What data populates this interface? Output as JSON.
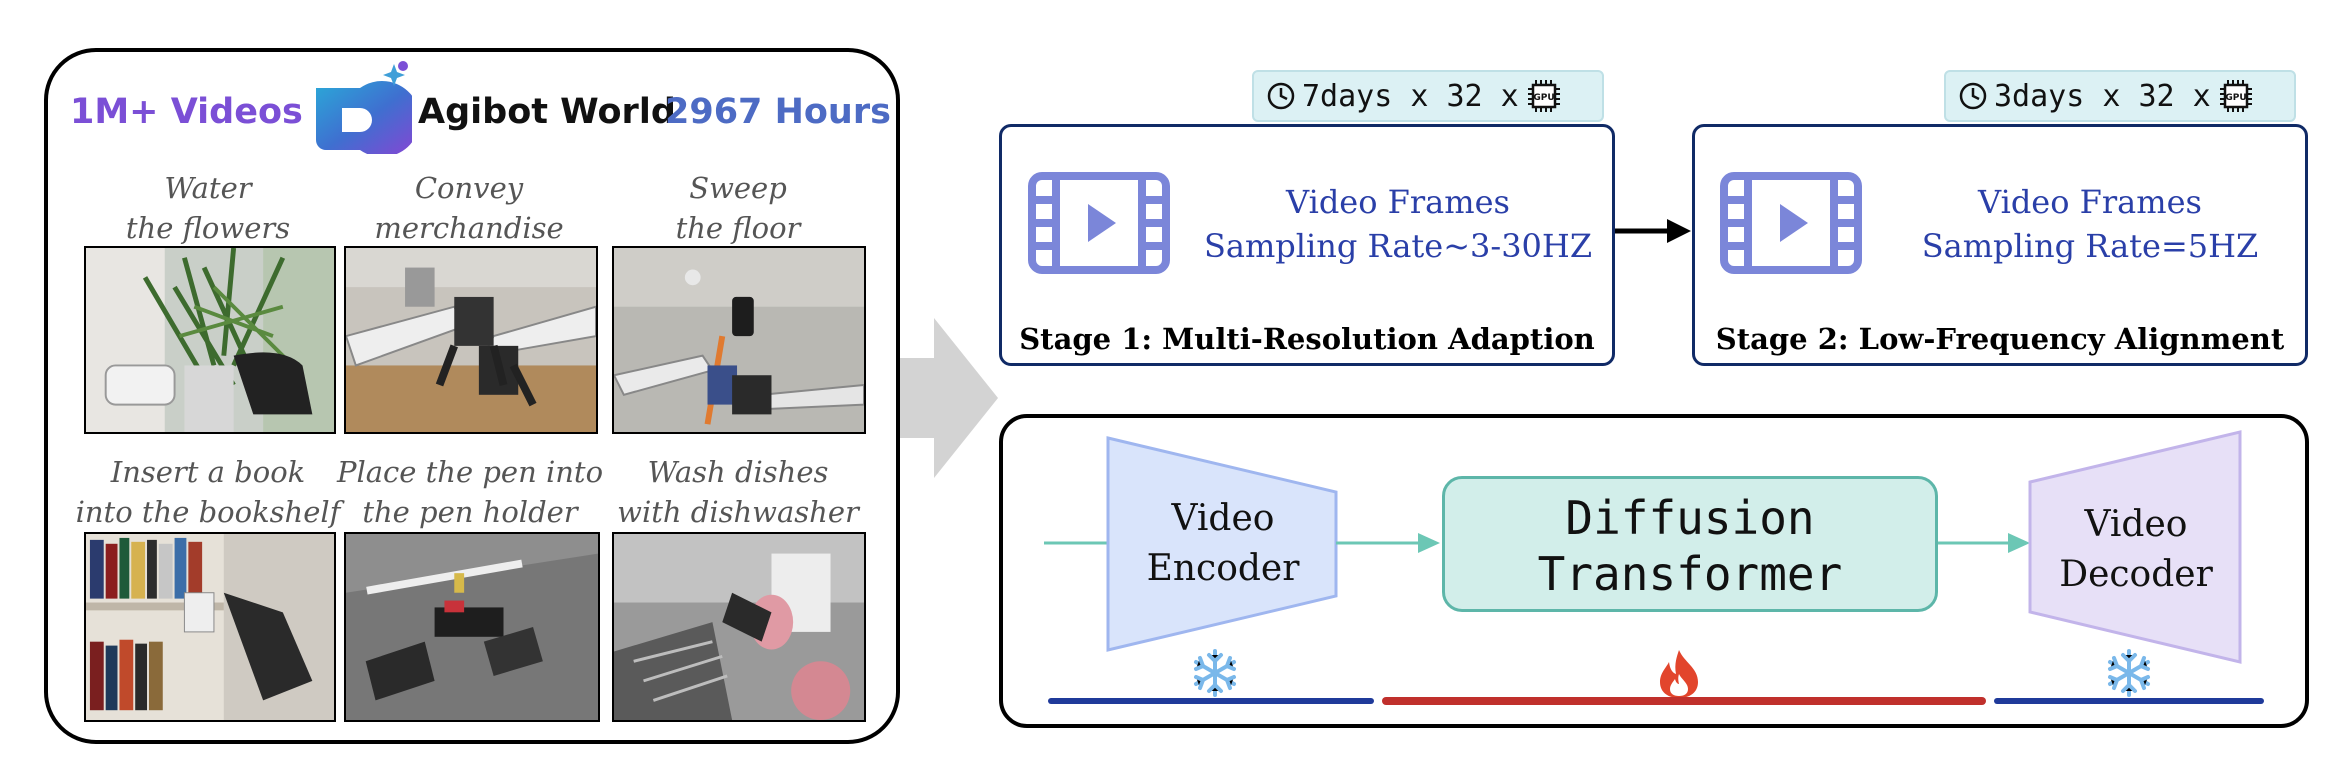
{
  "dataset": {
    "videos_count": "1M+ Videos",
    "brand_name": "Agibot World",
    "hours_count": "2967 Hours",
    "tasks": [
      {
        "label": "Water\nthe flowers"
      },
      {
        "label": "Convey\nmerchandise"
      },
      {
        "label": "Sweep\nthe floor"
      },
      {
        "label": "Insert a book\ninto the bookshelf"
      },
      {
        "label": "Place the pen into\nthe pen holder"
      },
      {
        "label": "Wash dishes\nwith dishwasher"
      }
    ]
  },
  "stages": [
    {
      "badge": "7days x 32 x",
      "gpu_chip": "GPU",
      "text": "Video Frames\nSampling Rate~3-30HZ",
      "title": "Stage 1:  Multi-Resolution Adaption"
    },
    {
      "badge": "3days x 32 x",
      "gpu_chip": "GPU",
      "text": "Video Frames\nSampling Rate=5HZ",
      "title": "Stage 2: Low-Frequency Alignment"
    }
  ],
  "model": {
    "encoder_label": "Video\nEncoder",
    "transformer_label": "Diffusion\nTransformer",
    "decoder_label": "Video\nDecoder",
    "encoder_state_icon": "snowflake-icon",
    "transformer_state_icon": "fire-icon",
    "decoder_state_icon": "snowflake-icon"
  },
  "colors": {
    "accent_purple": "#7b4fd6",
    "accent_blue": "#4d6bc4",
    "stage_border": "#102a66",
    "stage_text": "#2a3fa8",
    "frozen_bar": "#1f3a9a",
    "trainable_bar": "#c0302c",
    "dit_fill": "#d2eeea",
    "teal_arrow": "#6cc7b5"
  }
}
